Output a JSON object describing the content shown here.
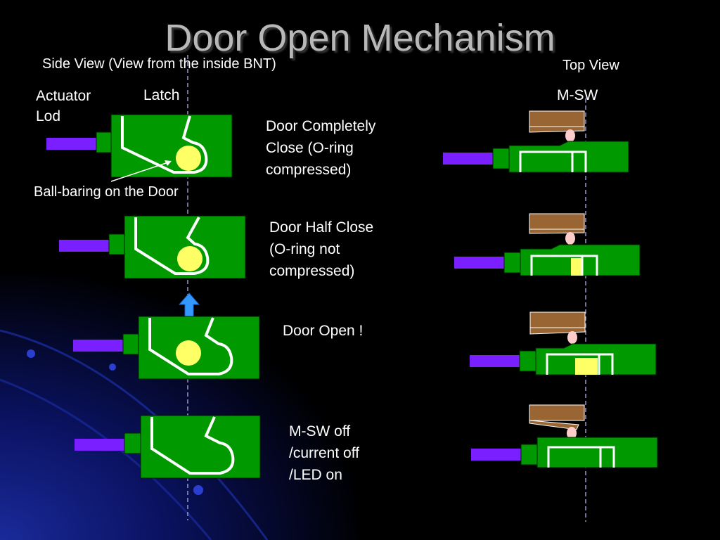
{
  "slide": {
    "title": "Door Open Mechanism",
    "side_view_label": "Side View (View from the inside BNT)",
    "top_view_label": "Top View",
    "actuator_label": "Actuator\nLod",
    "latch_label": "Latch",
    "msw_label": "M-SW",
    "ball_label": "Ball-baring on the Door"
  },
  "stages": [
    {
      "caption": "Door Completely\nClose (O-ring\ncompressed)",
      "ball_visible": true
    },
    {
      "caption": "Door Half Close\n(O-ring not\ncompressed)",
      "ball_visible": true
    },
    {
      "caption": "Door Open !",
      "ball_visible": true
    },
    {
      "caption": "M-SW off\n/current off\n/LED on",
      "ball_visible": false
    }
  ],
  "colors": {
    "block": "#009900",
    "rod": "#7a1fff",
    "ball": "#ffff66",
    "switch_body": "#996633",
    "contact": "#ffcccc",
    "arrow": "#3399ff",
    "guide_line": "#9999cc"
  },
  "icons": {
    "arrow": "up-arrow-icon"
  }
}
